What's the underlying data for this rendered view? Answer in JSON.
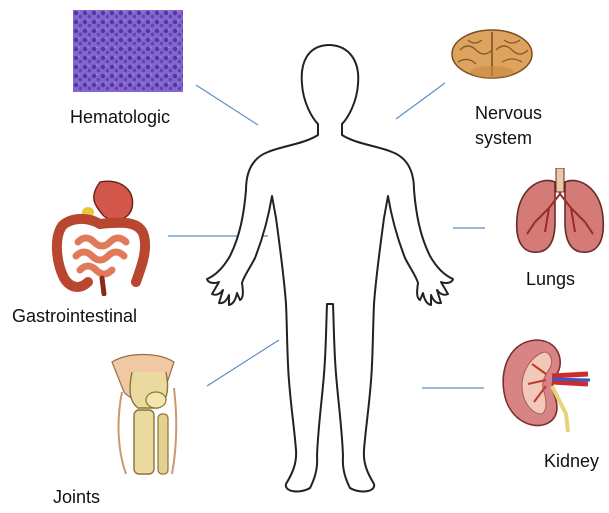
{
  "labels": {
    "hematologic": "Hematologic",
    "nervous_line1": "Nervous",
    "nervous_line2": "system",
    "lungs": "Lungs",
    "gastrointestinal": "Gastrointestinal",
    "kidney": "Kidney",
    "joints": "Joints"
  },
  "colors": {
    "connector": "#5b8fc8",
    "outline": "#222222",
    "hematologic_tissue": "#5b3fb0",
    "brain": "#d9a35a",
    "lungs": "#c96b6b",
    "gut": "#c94a2e",
    "kidney": "#d77a7a",
    "bone": "#e8d59a"
  },
  "icons": {
    "hematologic": "blood-smear-micrograph",
    "nervous": "brain-illustration",
    "lungs": "lungs-illustration",
    "gastrointestinal": "digestive-tract-illustration",
    "kidney": "kidney-illustration",
    "joints": "knee-joint-illustration"
  }
}
